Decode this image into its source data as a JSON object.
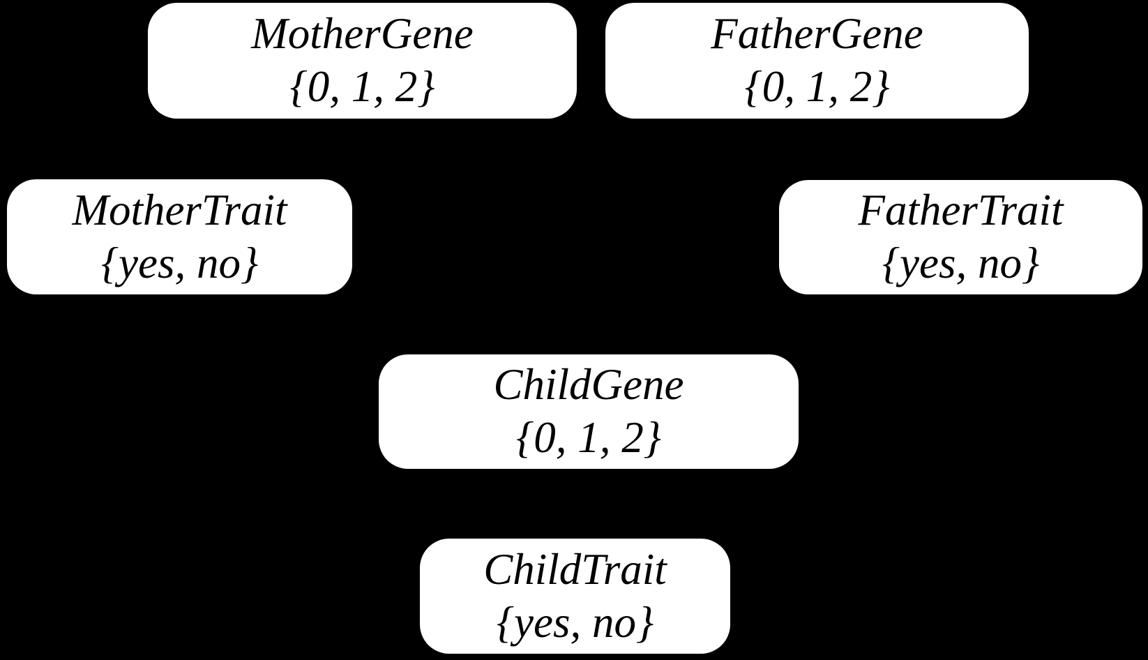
{
  "diagram": {
    "type": "bayesian-network",
    "colors": {
      "background": "#000000",
      "node_fill": "#ffffff",
      "node_text": "#000000"
    },
    "nodes": {
      "mother_gene": {
        "label": "MotherGene",
        "values": "{0, 1, 2}"
      },
      "father_gene": {
        "label": "FatherGene",
        "values": "{0, 1, 2}"
      },
      "mother_trait": {
        "label": "MotherTrait",
        "values": "{yes, no}"
      },
      "father_trait": {
        "label": "FatherTrait",
        "values": "{yes, no}"
      },
      "child_gene": {
        "label": "ChildGene",
        "values": "{0, 1, 2}"
      },
      "child_trait": {
        "label": "ChildTrait",
        "values": "{yes, no}"
      }
    }
  }
}
